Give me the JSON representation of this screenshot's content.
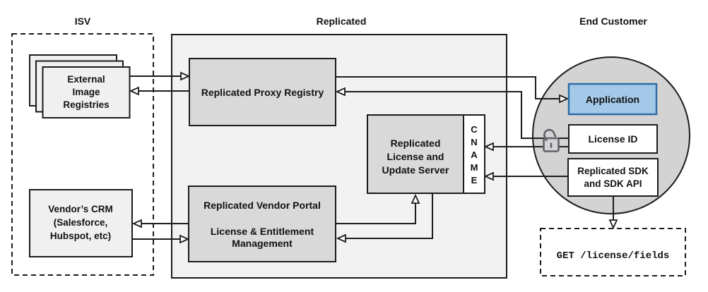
{
  "regions": {
    "isv": {
      "label": "ISV"
    },
    "replicated": {
      "label": "Replicated"
    },
    "end_customer": {
      "label": "End Customer"
    }
  },
  "nodes": {
    "external_registries": {
      "lines": [
        "External",
        "Image",
        "Registries"
      ]
    },
    "vendors_crm": {
      "lines": [
        "Vendor’s CRM",
        "(Salesforce,",
        "Hubspot, etc)"
      ]
    },
    "proxy_registry": {
      "label": "Replicated Proxy Registry"
    },
    "vendor_portal": {
      "lines": [
        "Replicated Vendor Portal",
        "License & Entitlement",
        "Management"
      ]
    },
    "license_update_server": {
      "lines": [
        "Replicated",
        "License and",
        "Update Server"
      ]
    },
    "cname": {
      "letters": [
        "C",
        "N",
        "A",
        "M",
        "E"
      ]
    },
    "application": {
      "label": "Application"
    },
    "license_id": {
      "label": "License ID"
    },
    "replicated_sdk": {
      "lines": [
        "Replicated SDK",
        "and SDK API"
      ]
    },
    "get_endpoint": {
      "label": "GET /license/fields"
    }
  },
  "icons": {
    "lock": "open-padlock"
  },
  "colors": {
    "outline": "#1c1c1c",
    "region_fill": "#f2f2f2",
    "node_fill": "#d9d9d9",
    "light_node_fill": "#f0f0f0",
    "circle_fill": "#d3d3d3",
    "white": "#ffffff",
    "app_fill": "#a4c8e8",
    "app_border": "#2a6ba6",
    "app_text": "#19629e",
    "lock_gray": "#5f6368"
  }
}
